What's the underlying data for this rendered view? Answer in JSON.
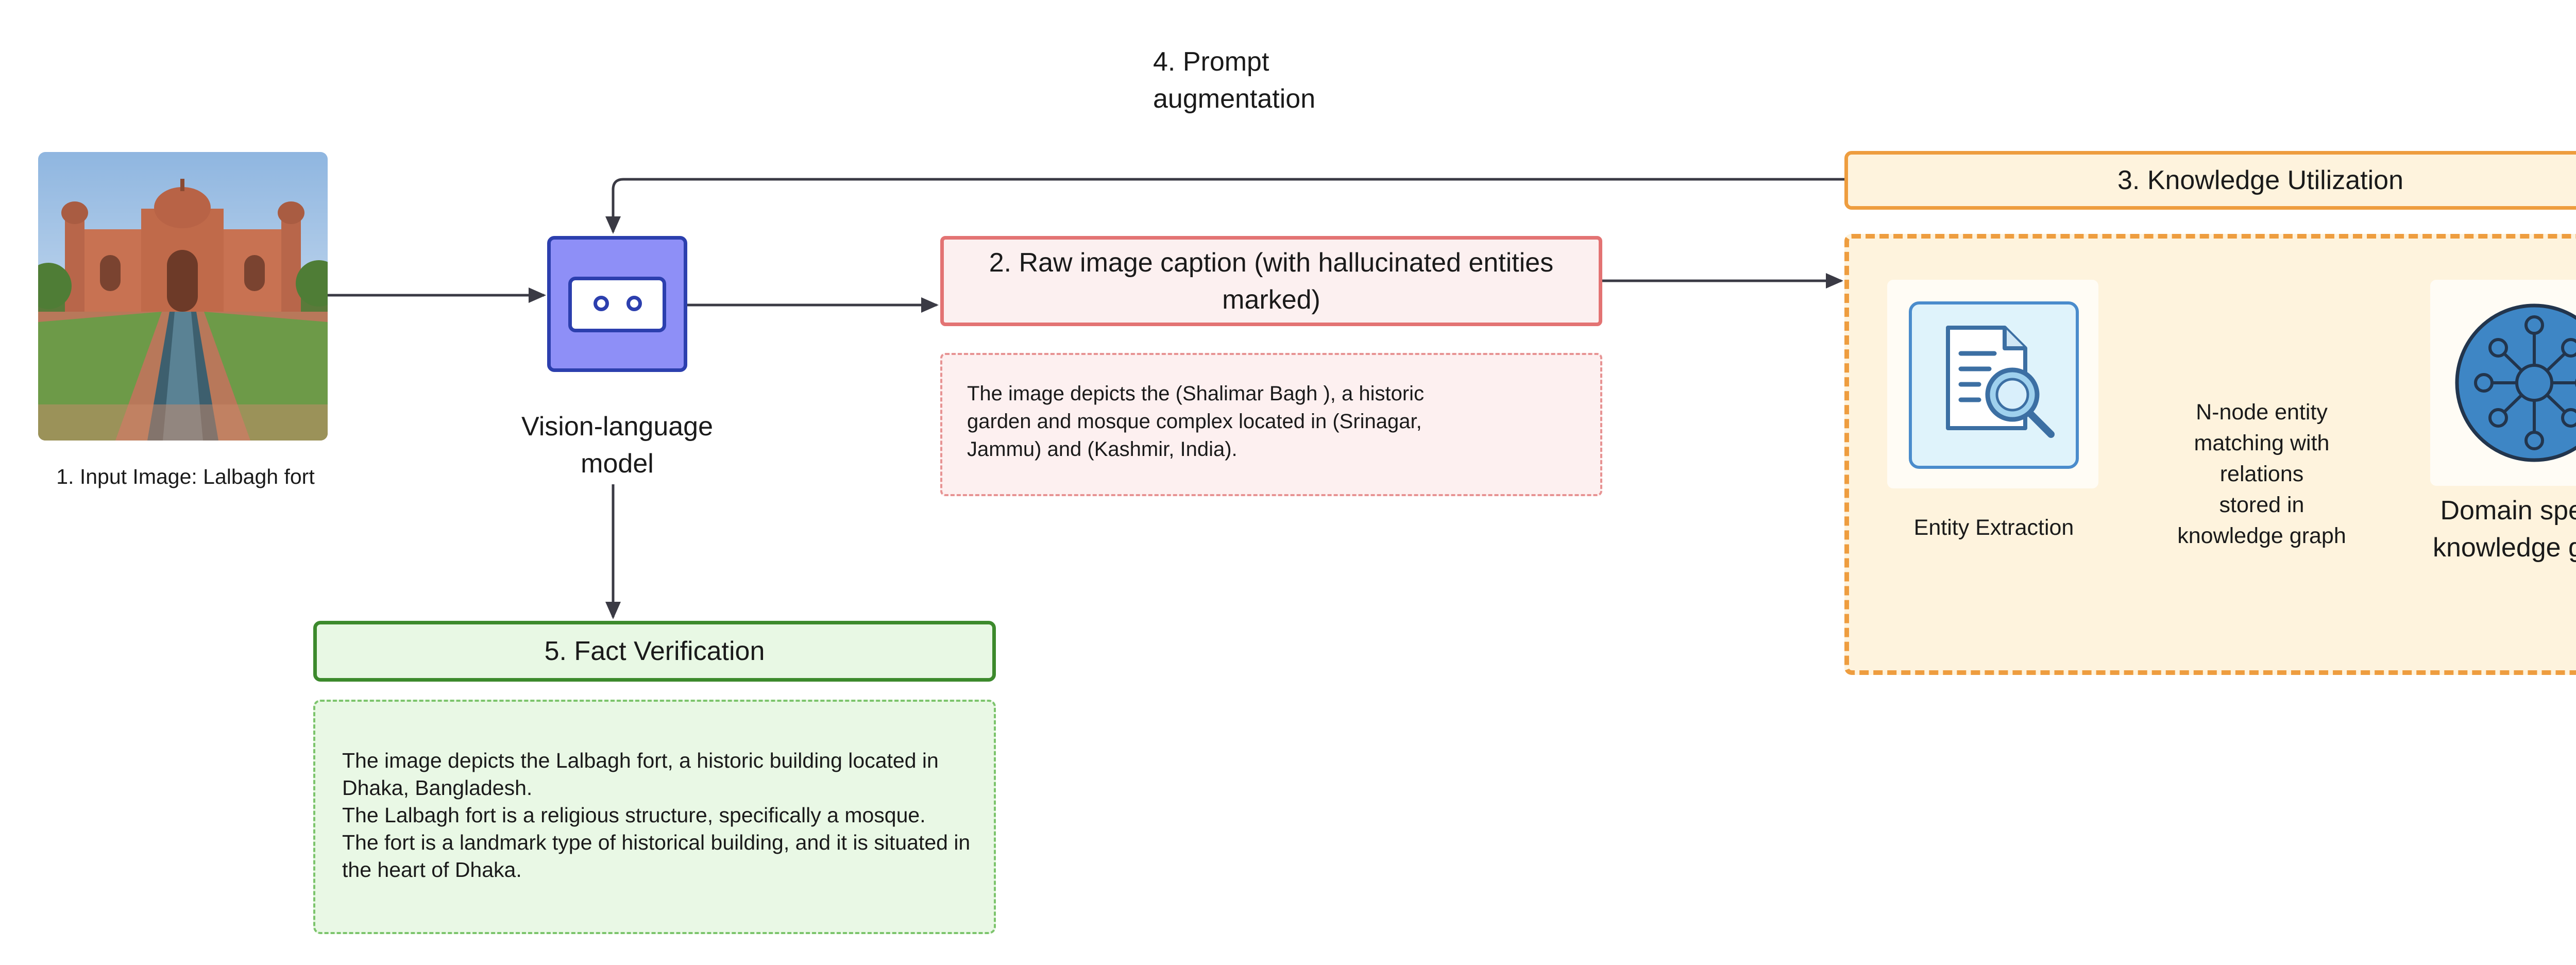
{
  "input": {
    "label": "1. Input Image: Lalbagh fort"
  },
  "vlm": {
    "label_line1": "Vision-language",
    "label_line2": "model",
    "color": "#8e8ff7",
    "border_color": "#2c3fae"
  },
  "prompt_augmentation": {
    "line1": "4. Prompt",
    "line2": "augmentation"
  },
  "raw_caption": {
    "title": "2. Raw image caption (with hallucinated entities marked)",
    "body": "The image depicts the (Shalimar Bagh ), a historic garden and mosque complex located in (Srinagar, Jammu) and (Kashmir, India).",
    "color": "#e37373"
  },
  "knowledge_utilization": {
    "title": "3. Knowledge Utilization",
    "color": "#ee9d3f",
    "entity_extraction_label": "Entity Extraction",
    "matching_line1": "N-node entity",
    "matching_line2": "matching with",
    "matching_line3": "relations",
    "matching_line4": "stored in",
    "matching_line5": "knowledge graph",
    "kg_label_line1": "Domain specific",
    "kg_label_line2": "knowledge graph"
  },
  "fact_verification": {
    "title": "5. Fact Verification",
    "color": "#3c8a2c",
    "line1": "The image depicts the Lalbagh fort, a historic building located in Dhaka, Bangladesh.",
    "line2": "The Lalbagh fort is a religious structure, specifically a mosque.",
    "line3": "The fort is a landmark type of historical building, and it is situated in the heart of Dhaka."
  },
  "icons": {
    "input_image": "mughal-fort-photo",
    "vlm": "robot-face-icon",
    "entity_extraction": "document-search-icon",
    "knowledge_graph": "network-graph-icon"
  }
}
